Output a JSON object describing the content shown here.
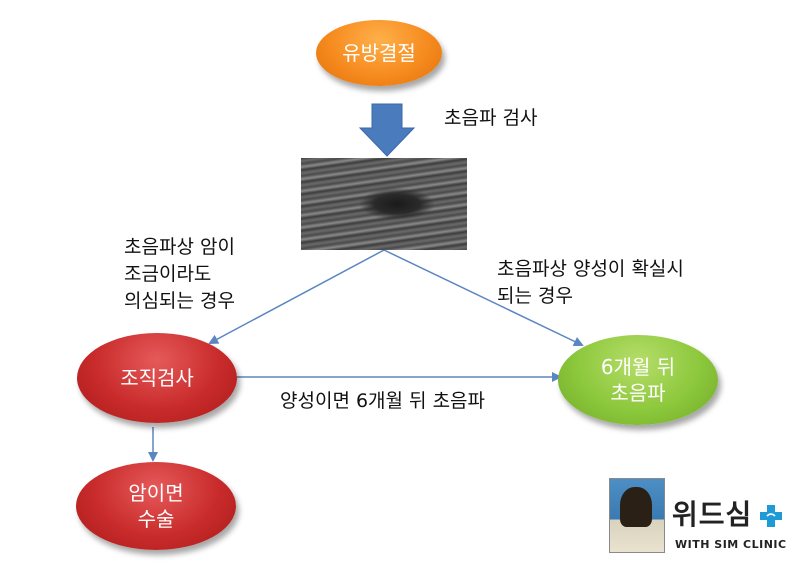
{
  "nodes": {
    "mastectomy": "유방결절",
    "biopsy": "조직검사",
    "followup": "6개월 뒤\n초음파",
    "surgery": "암이면\n수술"
  },
  "labels": {
    "ultrasound_exam": "초음파 검사",
    "suspect_cancer": "초음파상 암이\n조금이라도\n의심되는 경우",
    "certain_benign": "초음파상 양성이 확실시\n되는 경우",
    "benign_then": "양성이면 6개월 뒤 초음파"
  },
  "logo": {
    "brand": "위드심",
    "subtitle": "WITH SIM CLINIC"
  },
  "colors": {
    "orange": "#f68b1f",
    "red": "#c92b2b",
    "green": "#8cc83c",
    "arrow_blue": "#4a7bbd",
    "connector": "#5b86c2"
  }
}
